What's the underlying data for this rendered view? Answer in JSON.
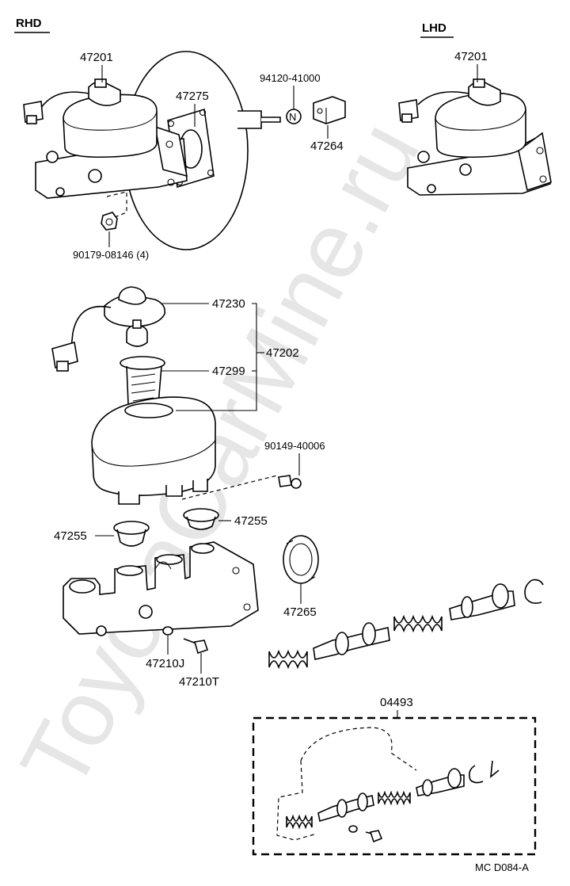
{
  "headers": {
    "rhd": "RHD",
    "lhd": "LHD"
  },
  "labels": {
    "p47201_rhd": "47201",
    "p47201_lhd": "47201",
    "p47275": "47275",
    "p94120": "94120-41000",
    "p47264": "47264",
    "p90179": "90179-08146 (4)",
    "p47230": "47230",
    "p47202": "47202",
    "p47299": "47299",
    "p90149": "90149-40006",
    "p47255_left": "47255",
    "p47255_right": "47255",
    "p47265": "47265",
    "p47210J": "47210J",
    "p47210T": "47210T",
    "p04493": "04493",
    "nut_mark": "N"
  },
  "footer": {
    "code": "MC  D084-A"
  },
  "watermark": "ToyotaCarMine.ru"
}
